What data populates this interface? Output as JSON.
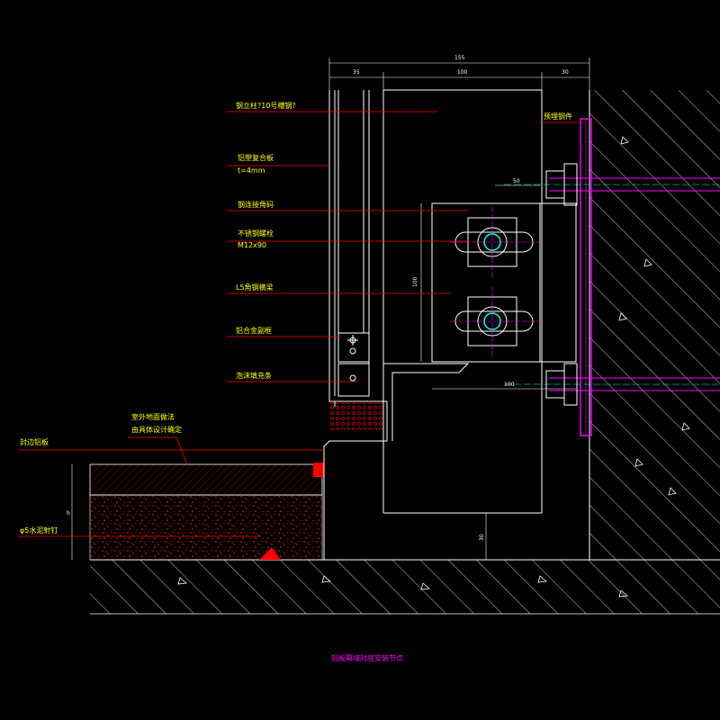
{
  "drawing": {
    "title": "铝板幕墙封底安装节点",
    "colors": {
      "background": "#000000",
      "leader": "#ff0000",
      "label": "#ffff00",
      "structure": "#ffffff",
      "concrete": "#ff0000",
      "embed": "#ff00ff",
      "bolt": "#00ffff",
      "title": "#ff00ff"
    },
    "dimensions": {
      "top_total": "155",
      "top_left": "35",
      "top_mid": "100",
      "top_right": "30",
      "inner_50": "50",
      "vertical_100": "100",
      "bottom_100": "100",
      "depth_30": "30",
      "slab_h": "h"
    },
    "labels": {
      "steel_post": "钢立柱?10号槽钢?",
      "composite_panel_1": "铝塑复合板",
      "composite_panel_2": "t=4mm",
      "steel_weld": "钢连接角码",
      "ss_bolt_1": "不锈钢螺栓",
      "ss_bolt_2": "M12x90",
      "angle_steel": "L5角钢横梁",
      "alloy_profile": "铝合金副框",
      "foam_strip": "泡沫填充条",
      "embed_plate": "预埋钢件",
      "ground_1": "室外地面做法",
      "ground_2": "由具体设计确定",
      "seal": "封边铝板",
      "anchor": "φ5水泥射钉"
    }
  }
}
